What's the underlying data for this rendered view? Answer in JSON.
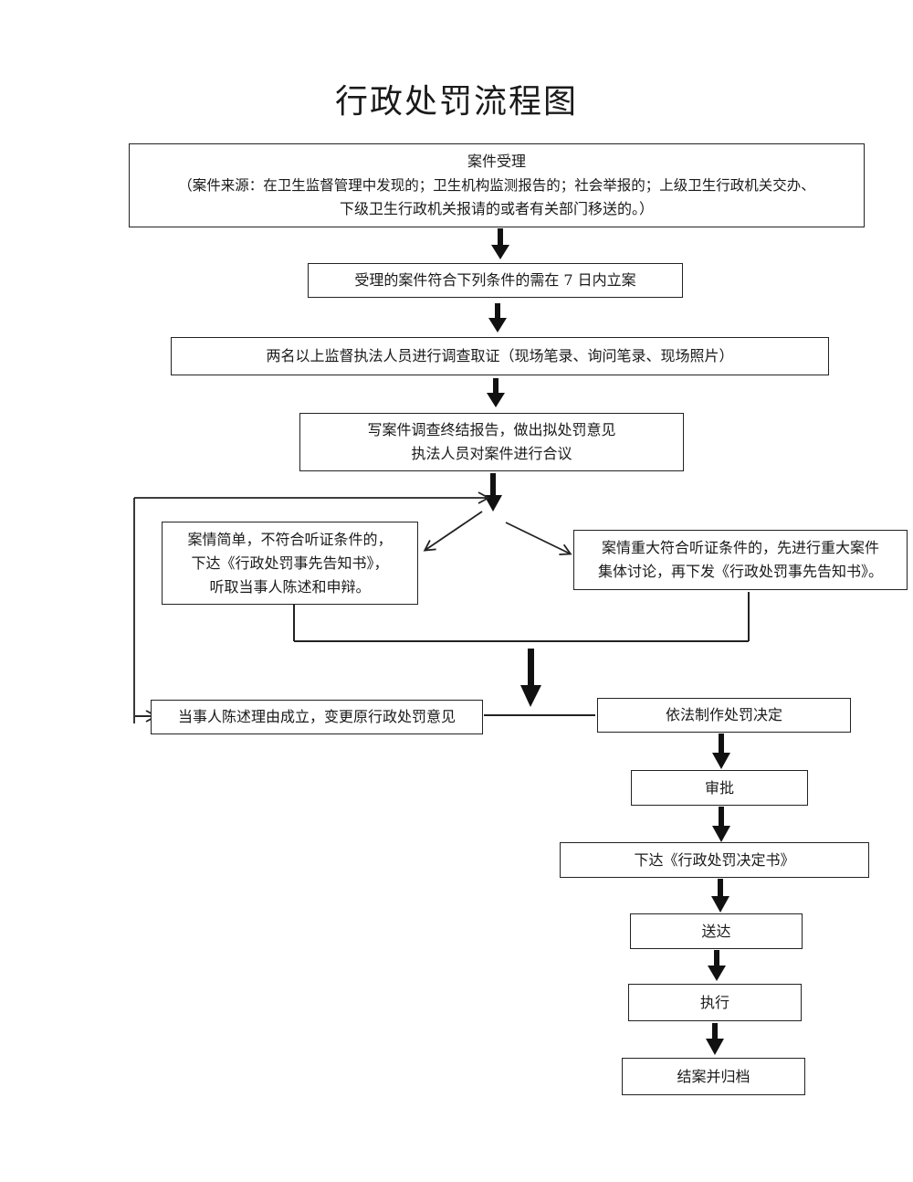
{
  "title": "行政处罚流程图",
  "steps": {
    "accept": {
      "heading": "案件受理",
      "line1": "（案件来源：在卫生监督管理中发现的；卫生机构监测报告的；社会举报的；上级卫生行政机关交办、",
      "line2": "下级卫生行政机关报请的或者有关部门移送的。）"
    },
    "register": {
      "text": "受理的案件符合下列条件的需在 7 日内立案"
    },
    "investigate": {
      "text": "两名以上监督执法人员进行调查取证（现场笔录、询问笔录、现场照片）"
    },
    "report": {
      "line1": "写案件调查终结报告，做出拟处罚意见",
      "line2": "执法人员对案件进行合议"
    },
    "simple_case": {
      "line1": "案情简单，不符合听证条件的，",
      "line2": "下达《行政处罚事先告知书》，",
      "line3": "听取当事人陈述和申辩。"
    },
    "major_case": {
      "line1": "案情重大符合听证条件的，先进行重大案件",
      "line2": "集体讨论，再下发《行政处罚事先告知书》。"
    },
    "reason_valid": {
      "text": "当事人陈述理由成立，变更原行政处罚意见"
    },
    "decision": {
      "text": "依法制作处罚决定"
    },
    "approve": {
      "text": "审批"
    },
    "issue": {
      "text": "下达《行政处罚决定书》"
    },
    "deliver": {
      "text": "送达"
    },
    "execute": {
      "text": "执行"
    },
    "close": {
      "text": "结案并归档"
    }
  }
}
